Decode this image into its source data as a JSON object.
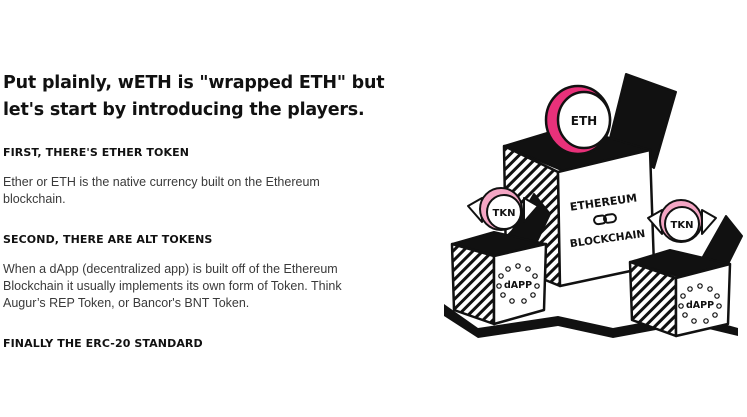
{
  "article": {
    "headline": "Put plainly, wETH is \"wrapped ETH\" but let's start by introducing the players.",
    "sections": [
      {
        "title": "FIRST, THERE'S ETHER TOKEN",
        "body": "Ether or ETH is the native currency built on the Ethereum blockchain."
      },
      {
        "title": "SECOND, THERE ARE ALT TOKENS",
        "body": "When a dApp (decentralized app) is built off of the Ethereum Blockchain it usually implements its own form of Token. Think Augur’s REP Token, or Bancor's BNT Token."
      },
      {
        "title": "FINALLY THE ERC-20 STANDARD"
      }
    ]
  },
  "illustration": {
    "eth_coin_label": "ETH",
    "center_box_label_line1": "ETHEREUM",
    "center_box_label_line2": "BLOCKCHAIN",
    "left_candy_label": "TKN",
    "right_candy_label": "TKN",
    "left_box_label": "dAPP",
    "right_box_label": "dAPP",
    "colors": {
      "accent_pink": "#e8317a",
      "candy_pink": "#f4a6c4",
      "ink": "#111111",
      "paper": "#ffffff"
    },
    "icons": [
      "eth-coin-icon",
      "tkn-candy-icon",
      "chain-link-icon",
      "dapp-dots-icon"
    ]
  }
}
